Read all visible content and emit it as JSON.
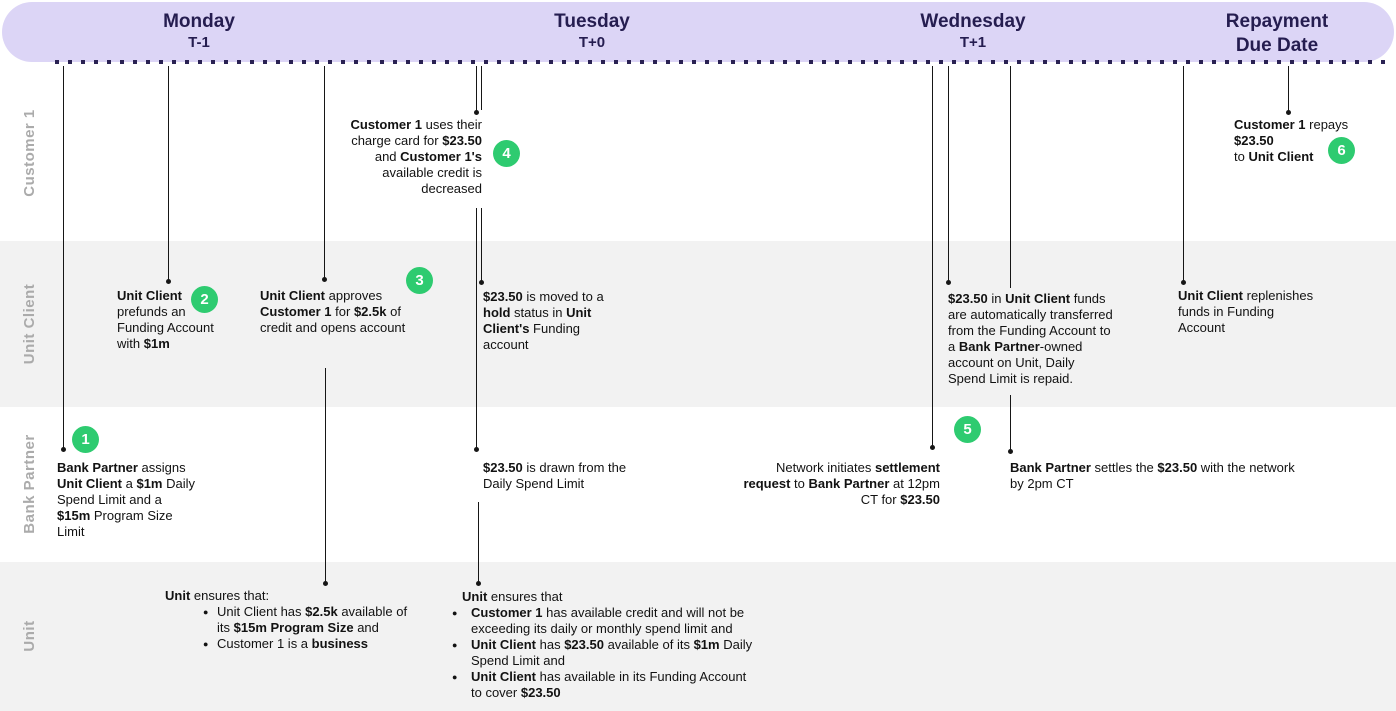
{
  "header": {
    "columns": [
      {
        "label": "Monday",
        "sub": "T-1"
      },
      {
        "label": "Tuesday",
        "sub": "T+0"
      },
      {
        "label": "Wednesday",
        "sub": "T+1"
      },
      {
        "label": "Repayment Due Date",
        "sub": ""
      }
    ]
  },
  "lanes": [
    {
      "label": "Customer 1"
    },
    {
      "label": "Unit Client"
    },
    {
      "label": "Bank Partner"
    },
    {
      "label": "Unit"
    }
  ],
  "colors": {
    "header_bg": "#dcd5f6",
    "header_text": "#251d50",
    "badge_green": "#2ecb70",
    "lane_label": "#ababab",
    "lane_alt": "#f2f2f2",
    "line": "#161616",
    "dotted": "#2a2253"
  },
  "events": {
    "bank_assigns": {
      "badge": "1",
      "segments": [
        {
          "t": "Bank Partner",
          "b": true
        },
        {
          "t": " assigns\n"
        },
        {
          "t": "Unit Client",
          "b": true
        },
        {
          "t": " a "
        },
        {
          "t": "$1m",
          "b": true
        },
        {
          "t": " Daily\nSpend Limit and a\n"
        },
        {
          "t": "$15m",
          "b": true
        },
        {
          "t": " Program Size\nLimit"
        }
      ]
    },
    "client_prefunds": {
      "badge": "2",
      "segments": [
        {
          "t": "Unit Client",
          "b": true
        },
        {
          "t": "\nprefunds an\nFunding Account\nwith "
        },
        {
          "t": "$1m",
          "b": true
        }
      ]
    },
    "client_approves": {
      "badge": "3",
      "segments": [
        {
          "t": "Unit Client",
          "b": true
        },
        {
          "t": " approves\n"
        },
        {
          "t": "Customer 1",
          "b": true
        },
        {
          "t": " for "
        },
        {
          "t": "$2.5k",
          "b": true
        },
        {
          "t": " of\ncredit and opens account"
        }
      ]
    },
    "customer_spends": {
      "badge": "4",
      "segments": [
        {
          "t": "Customer 1",
          "b": true
        },
        {
          "t": " uses their\ncharge card for "
        },
        {
          "t": "$23.50",
          "b": true
        },
        {
          "t": "\nand "
        },
        {
          "t": "Customer 1's",
          "b": true
        },
        {
          "t": "\navailable credit is\ndecreased"
        }
      ]
    },
    "hold_status": {
      "segments": [
        {
          "t": "$23.50",
          "b": true
        },
        {
          "t": " is moved to a\n"
        },
        {
          "t": "hold",
          "b": true
        },
        {
          "t": " status in "
        },
        {
          "t": "Unit\nClient's",
          "b": true
        },
        {
          "t": " Funding\naccount"
        }
      ]
    },
    "drawn_from_limit": {
      "segments": [
        {
          "t": "$23.50",
          "b": true
        },
        {
          "t": " is drawn from the\nDaily Spend Limit"
        }
      ]
    },
    "unit_checks_monday": {
      "heading": [
        {
          "t": "Unit",
          "b": true
        },
        {
          "t": " ensures that:"
        }
      ],
      "bullets": [
        {
          "segments": [
            {
              "t": "Unit Client has "
            },
            {
              "t": "$2.5k",
              "b": true
            },
            {
              "t": " available of\nits "
            },
            {
              "t": "$15m Program Size",
              "b": true
            },
            {
              "t": " and"
            }
          ]
        },
        {
          "segments": [
            {
              "t": "Customer 1 is a "
            },
            {
              "t": "business",
              "b": true
            }
          ]
        }
      ]
    },
    "unit_checks_tuesday": {
      "heading": [
        {
          "t": "Unit",
          "b": true
        },
        {
          "t": " ensures that"
        }
      ],
      "bullets": [
        {
          "segments": [
            {
              "t": "Customer 1",
              "b": true
            },
            {
              "t": " has available credit and will not be\nexceeding its daily or monthly spend limit and"
            }
          ]
        },
        {
          "segments": [
            {
              "t": "Unit Client",
              "b": true
            },
            {
              "t": " has "
            },
            {
              "t": "$23.50",
              "b": true
            },
            {
              "t": " available of its "
            },
            {
              "t": "$1m",
              "b": true
            },
            {
              "t": " Daily\nSpend Limit and"
            }
          ]
        },
        {
          "segments": [
            {
              "t": "Unit Client",
              "b": true
            },
            {
              "t": " has available in its Funding Account\nto cover "
            },
            {
              "t": "$23.50",
              "b": true
            }
          ]
        }
      ]
    },
    "settlement_request": {
      "badge": "5",
      "segments": [
        {
          "t": "Network initiates "
        },
        {
          "t": "settlement\nrequest",
          "b": true
        },
        {
          "t": " to "
        },
        {
          "t": "Bank Partner",
          "b": true
        },
        {
          "t": " at 12pm\nCT for "
        },
        {
          "t": "$23.50",
          "b": true
        }
      ]
    },
    "funds_transferred": {
      "segments": [
        {
          "t": "$23.50",
          "b": true
        },
        {
          "t": " in "
        },
        {
          "t": "Unit Client",
          "b": true
        },
        {
          "t": " funds\nare automatically transferred\nfrom the Funding Account to\na "
        },
        {
          "t": "Bank Partner",
          "b": true
        },
        {
          "t": "-owned\naccount on Unit, Daily\nSpend Limit is repaid."
        }
      ]
    },
    "bank_settles": {
      "segments": [
        {
          "t": "Bank Partner",
          "b": true
        },
        {
          "t": " settles the "
        },
        {
          "t": "$23.50",
          "b": true
        },
        {
          "t": " with the network\nby 2pm CT"
        }
      ]
    },
    "client_replenishes": {
      "segments": [
        {
          "t": "Unit Client",
          "b": true
        },
        {
          "t": " replenishes\nfunds in Funding\nAccount"
        }
      ]
    },
    "customer_repays": {
      "badge": "6",
      "segments": [
        {
          "t": "Customer 1",
          "b": true
        },
        {
          "t": " repays\n"
        },
        {
          "t": "$23.50",
          "b": true
        },
        {
          "t": "\nto "
        },
        {
          "t": "Unit Client",
          "b": true
        }
      ]
    }
  }
}
